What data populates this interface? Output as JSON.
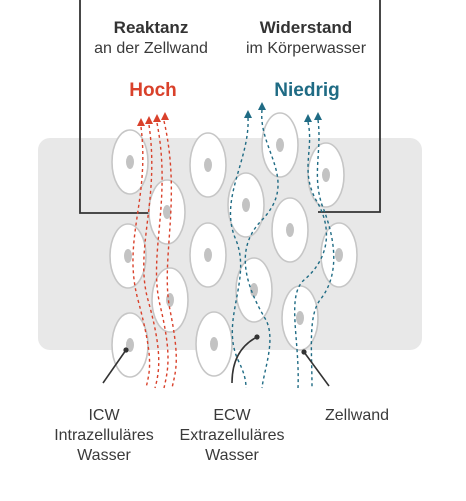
{
  "colors": {
    "high": "#d9412b",
    "low": "#1f6b84",
    "panel": "#e8e8e8",
    "cell_stroke": "#c6c6c6",
    "nucleus": "#c3c3c3",
    "line": "#333333"
  },
  "headers": {
    "left_title": "Reaktanz",
    "left_sub": "an der Zellwand",
    "right_title": "Widerstand",
    "right_sub": "im Körperwasser"
  },
  "levels": {
    "high": "Hoch",
    "low": "Niedrig"
  },
  "labels": {
    "icw_line1": "ICW",
    "icw_line2": "Intrazelluläres",
    "icw_line3": "Wasser",
    "ecw_line1": "ECW",
    "ecw_line2": "Extrazelluläres",
    "ecw_line3": "Wasser",
    "wall": "Zellwand"
  }
}
